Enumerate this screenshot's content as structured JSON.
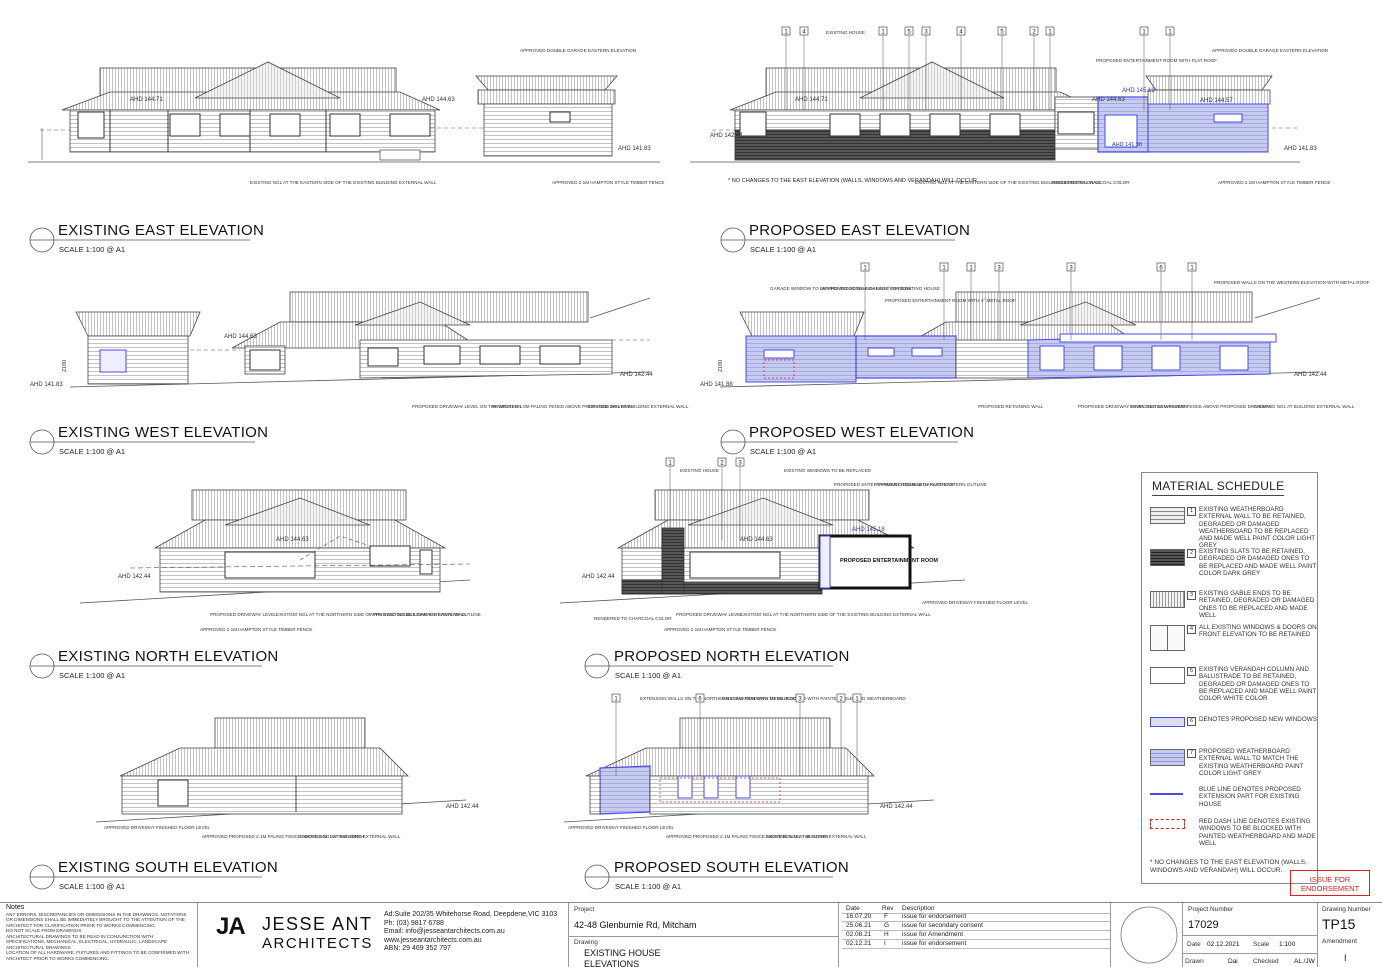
{
  "elevations": {
    "existing_east": {
      "title": "EXISTING EAST ELEVATION",
      "scale": "SCALE 1:100 @ A1"
    },
    "proposed_east": {
      "title": "PROPOSED EAST ELEVATION",
      "scale": "SCALE 1:100 @ A1"
    },
    "existing_west": {
      "title": "EXISTING WEST ELEVATION",
      "scale": "SCALE 1:100 @ A1"
    },
    "proposed_west": {
      "title": "PROPOSED WEST ELEVATION",
      "scale": "SCALE 1:100 @ A1"
    },
    "existing_north": {
      "title": "EXISTING NORTH ELEVATION",
      "scale": "SCALE 1:100 @ A1"
    },
    "proposed_north": {
      "title": "PROPOSED NORTH ELEVATION",
      "scale": "SCALE 1:100 @ A1"
    },
    "existing_south": {
      "title": "EXISTING SOUTH ELEVATION",
      "scale": "SCALE 1:100 @ A1"
    },
    "proposed_south": {
      "title": "PROPOSED SOUTH ELEVATION",
      "scale": "SCALE 1:100 @ A1"
    }
  },
  "annotations": {
    "ahd_14471": "AHD 144.71",
    "ahd_14463": "AHD 144.63",
    "ahd_14244": "AHD 142.44",
    "ahd_14183": "AHD 141.83",
    "ahd_14518": "AHD 145.18",
    "ahd_14457": "AHD 144.57",
    "ahd_14198": "AHD 141.98",
    "ahd_14188": "AHD 141.88",
    "dim_2100": "2100",
    "existing_house": "EXISTING HOUSE",
    "approved_double_garage": "APPROVED DOUBLE GARAGE EASTERN ELEVATION",
    "existing_ngl_eastern": "EXISTING NGL AT THE EASTERN SIDE OF THE EXISTING BUILDING EXTERNAL WALL",
    "approved_fence": "APPROVED 2.1M HAMPTON STYLE TIMBER FENCE",
    "proposed_entertainment": "PROPOSED ENTERTAINMENT ROOM WITH FLAT ROOF",
    "rendered_charcoal": "RENDERED TO CHARCOAL COLOR",
    "proposed_entertainment_room": "PROPOSED ENTERTAINMENT ROOM",
    "east_note": "* NO CHANGES TO THE EAST ELEVATION (WALLS, WINDOWS AND VERANDAH) WILL OCCUR.",
    "proposed_driveway_western": "PROPOSED DRIVEWAY LEVEL ON THE WESTERN",
    "proposed_paling_fence": "PROPOSED 1.9M PALING FENCE ABOVE PROPOSED DRIVEWAY",
    "existing_ngl_building": "EXISTING NGL AT BUILDING EXTERNAL WALL",
    "garage_window": "GARAGE WINDOW TO BE UPDATED WITH HIGH LIGHT WINDOW",
    "approved_garage_existing": "APPROVED DOUBLE GARAGE FOR EXISTING HOUSE",
    "proposed_metal_roof": "PROPOSED ENTERTAINMENT ROOM WITH 4° METAL ROOF",
    "proposed_walls_western": "PROPOSED WALLS ON THE WESTERN ELEVATION WITH METAL ROOF",
    "proposed_retaining": "PROPOSED RETAINING WALL",
    "approved_garage_outline": "APPROVED DOUBLE GARAGE EASTERN OUTLINE",
    "existing_windows_replaced": "EXISTING WINDOWS TO BE REPLACED",
    "proposed_driveway_level": "PROPOSED DRIVEWAY LEVEL",
    "existing_ngl_northern": "EXISTING NGL AT THE NORTHERN SIDE OF THE EXISTING BUILDING EXTERNAL WALL",
    "approved_driveway_finished": "APPROVED DRIVEWAY FINISHED FLOOR LEVEL",
    "approved_paling_north": "APPROVED PROPOSED 2.1M PALING FENCE ABOVE NGL ON THE NORTH",
    "extension_walls": "EXTENSION WALLS ON THE NORTHERN ELEVATION WITH METAL ROOF",
    "existing_windows_blocked": "EXISTING WINDOWS TO BE BLOCKED WITH PAINTED SELECTED WEATHERBOARD"
  },
  "material_schedule": {
    "title": "MATERIAL SCHEDULE",
    "items": [
      {
        "num": "1",
        "text": "EXISTING WEATHERBOARD EXTERNAL WALL TO BE RETAINED, DEGRADED OR DAMAGED WEATHERBOARD TO BE REPLACED AND MADE WELL PAINT COLOR LIGHT GREY"
      },
      {
        "num": "2",
        "text": "EXISTING SLATS TO BE RETAINED, DEGRADED OR DAMAGED ONES TO BE REPLACED AND MADE WELL PAINT COLOR DARK GREY"
      },
      {
        "num": "3",
        "text": "EXISTING GABLE ENDS TO BE RETAINED, DEGRADED OR DAMAGED ONES TO BE REPLACED AND MADE WELL"
      },
      {
        "num": "4",
        "text": "ALL EXISTING WINDOWS & DOORS ON FRONT ELEVATION TO BE RETAINED"
      },
      {
        "num": "5",
        "text": "EXISTING VERANDAH COLUMN AND BALUSTRADE TO BE RETAINED, DEGRADED OR DAMAGED ONES TO BE REPLACED AND MADE WELL PAINT COLOR WHITE COLOR"
      },
      {
        "num": "6",
        "text": "DENOTES PROPOSED NEW WINDOWS"
      },
      {
        "num": "7",
        "text": "PROPOSED WEATHERBOARD EXTERNAL WALL TO MATCH THE EXISTING WEATHERBOARD PAINT COLOR LIGHT GREY"
      },
      {
        "num": "",
        "text": "BLUE LINE DENOTES PROPOSED EXTENSION PART FOR EXISTING HOUSE"
      },
      {
        "num": "",
        "text": "RED DASH LINE DENOTES EXISTING WINDOWS TO BE BLOCKED WITH PAINTED WEATHERBOARD AND MADE WELL"
      }
    ],
    "note": "* NO CHANGES TO THE EAST ELEVATION (WALLS, WINDOWS AND VERANDAH) WILL OCCUR."
  },
  "issue_stamp": {
    "line1": "ISSUE FOR",
    "line2": "ENDORSEMENT"
  },
  "title_block": {
    "notes_heading": "Notes",
    "notes_lines": [
      "ANY ERRORS, DISCREPANCIES OR OMMISSIONS IN THE DRAWINGS, NOTATIONS OR DIMENSIONS SHALL BE IMMEDIATELY BROUGHT TO THE ATTENTION OF THE ARCHITECT FOR CLARIFICATION PRIOR TO WORKS COMMENCING.",
      "DO NOT SCALE FROM DRAWINGS",
      "ARCHITECTURAL DRAWINGS TO BE READ IN CONJUNCTION WITH SPECIFICATIONS, MECHANICAL, ELECTRICAL, HYDRAULIC, LANDSCAPE ARCHITECTURAL DRAWINGS",
      "LOCATION OF ALL HARDWARE, FIXTURES AND FITTINGS TO BE CONFIRMED WITH ARCHITECT PRIOR TO WORKS COMMENCING."
    ],
    "logo_mark": "JA",
    "firm_name": "JESSE ANT",
    "firm_sub": "ARCHITECTS",
    "address": "Ad:Suite 202/35 Whitehorse Road, Deepdene,VIC 3103",
    "phone": "Ph: (03) 9817 6788",
    "email": "Email: info@jesseantarchitects.com.au",
    "web": "www.jesseantarchitects.com.au",
    "abn": "ABN: 29 469 352 797",
    "project_label": "Project",
    "project": "42-48 Glenburnie Rd, Mitcham",
    "drawing_label": "Drawing",
    "drawing": "EXISTING HOUSE",
    "drawing2": "ELEVATIONS",
    "rev_headers": {
      "date": "Date",
      "rev": "Rev",
      "desc": "Description"
    },
    "revisions": [
      {
        "date": "16.07.20",
        "rev": "F",
        "desc": "issue for endorsement"
      },
      {
        "date": "25.06.21",
        "rev": "G",
        "desc": "issue for secondary consent"
      },
      {
        "date": "02.08.21",
        "rev": "H",
        "desc": "issue for Amendment"
      },
      {
        "date": "02.12.21",
        "rev": "I",
        "desc": "issue for endorsement"
      }
    ],
    "project_number_label": "Project Number",
    "project_number": "17029",
    "date_label": "Date",
    "date": "02.12.2021",
    "scale_label": "Scale",
    "scale": "1:100",
    "drawn_label": "Drawn",
    "drawn": "Dai",
    "checked_label": "Checked",
    "checked": "AL /JW",
    "drawing_number_label": "Drawing Number",
    "drawing_number": "TP15",
    "amendment_label": "Amendment",
    "amendment": "I"
  },
  "colors": {
    "proposed_blue": "#4a4ae8",
    "blocked_red": "#d22222",
    "line_grey": "#555555"
  }
}
